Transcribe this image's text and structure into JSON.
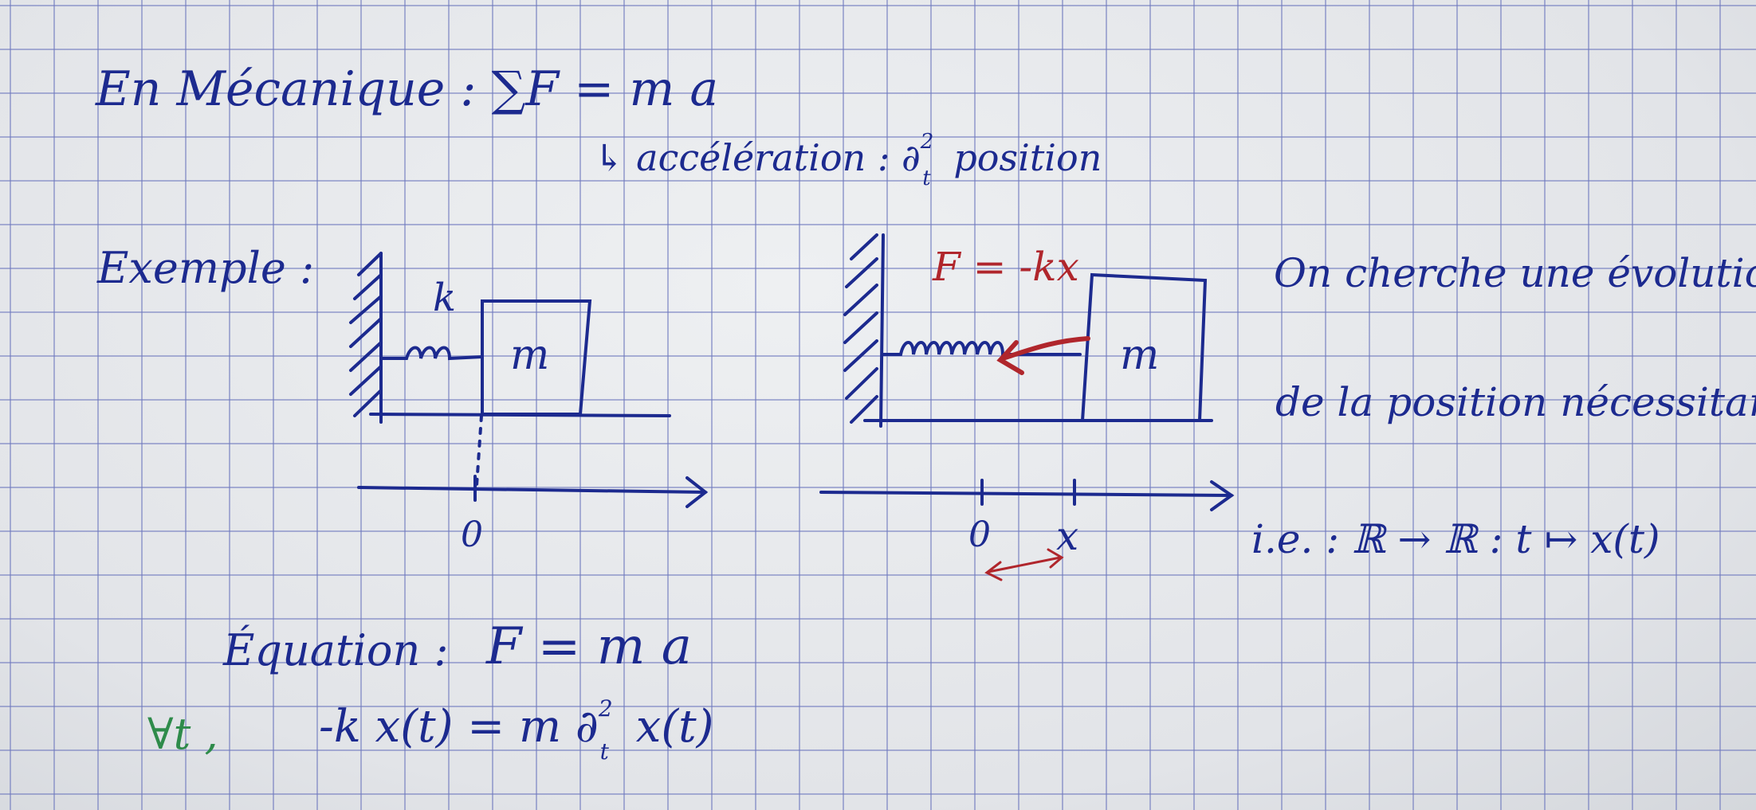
{
  "note": {
    "line1": "En Mécanique : ∑F = m a",
    "accel": "↳ accélération : ∂",
    "accel_sup": "2",
    "accel_sub": "t",
    "accel_tail": "position",
    "example_label": "Exemple :",
    "spring_const": "k",
    "mass_label": "m",
    "origin_label": "0",
    "force_label": "F = -kx",
    "mass_label_2": "m",
    "origin_label_2": "0",
    "x_label": "x",
    "right_text_1": "On cherche une évolution",
    "right_text_2": "de la position nécessitant",
    "right_text_3": "i.e. : ℝ → ℝ : t ↦ x(t)",
    "equation_label": "Équation :",
    "equation": "F = m a",
    "forall": "∀t ,",
    "equation_2": "-k x(t) = m ∂",
    "equation_2_sup": "2",
    "equation_2_sub": "t",
    "equation_2_tail": "x(t)"
  },
  "colors": {
    "ink_blue": "#1c2a8f",
    "ink_red": "#b0262c",
    "ink_green": "#2e8b4a",
    "grid": "#6e78be"
  }
}
